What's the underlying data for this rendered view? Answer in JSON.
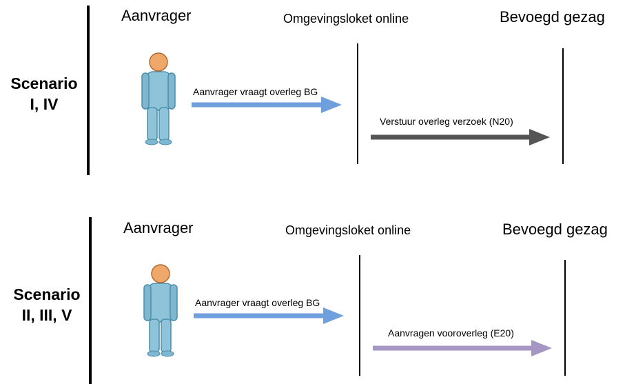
{
  "scenarios": [
    {
      "label_line1": "Scenario",
      "label_line2": "I, IV",
      "actor_left": "Aanvrager",
      "actor_middle": "Omgevingsloket online",
      "actor_right": "Bevoegd gezag",
      "message_1": "Aanvrager vraagt overleg BG",
      "message_2": "Verstuur overleg verzoek (N20)"
    },
    {
      "label_line1": "Scenario",
      "label_line2": "II, III, V",
      "actor_left": "Aanvrager",
      "actor_middle": "Omgevingsloket online",
      "actor_right": "Bevoegd gezag",
      "message_1": "Aanvrager vraagt overleg BG",
      "message_2": "Aanvragen vooroverleg (E20)"
    }
  ],
  "icons": {
    "person": "person-icon"
  },
  "colors": {
    "arrow_blue": "#6f9fdc",
    "arrow_gray": "#555555",
    "arrow_purple": "#a596c4",
    "person_body": "#8fc3da",
    "person_head": "#f0a86a"
  }
}
